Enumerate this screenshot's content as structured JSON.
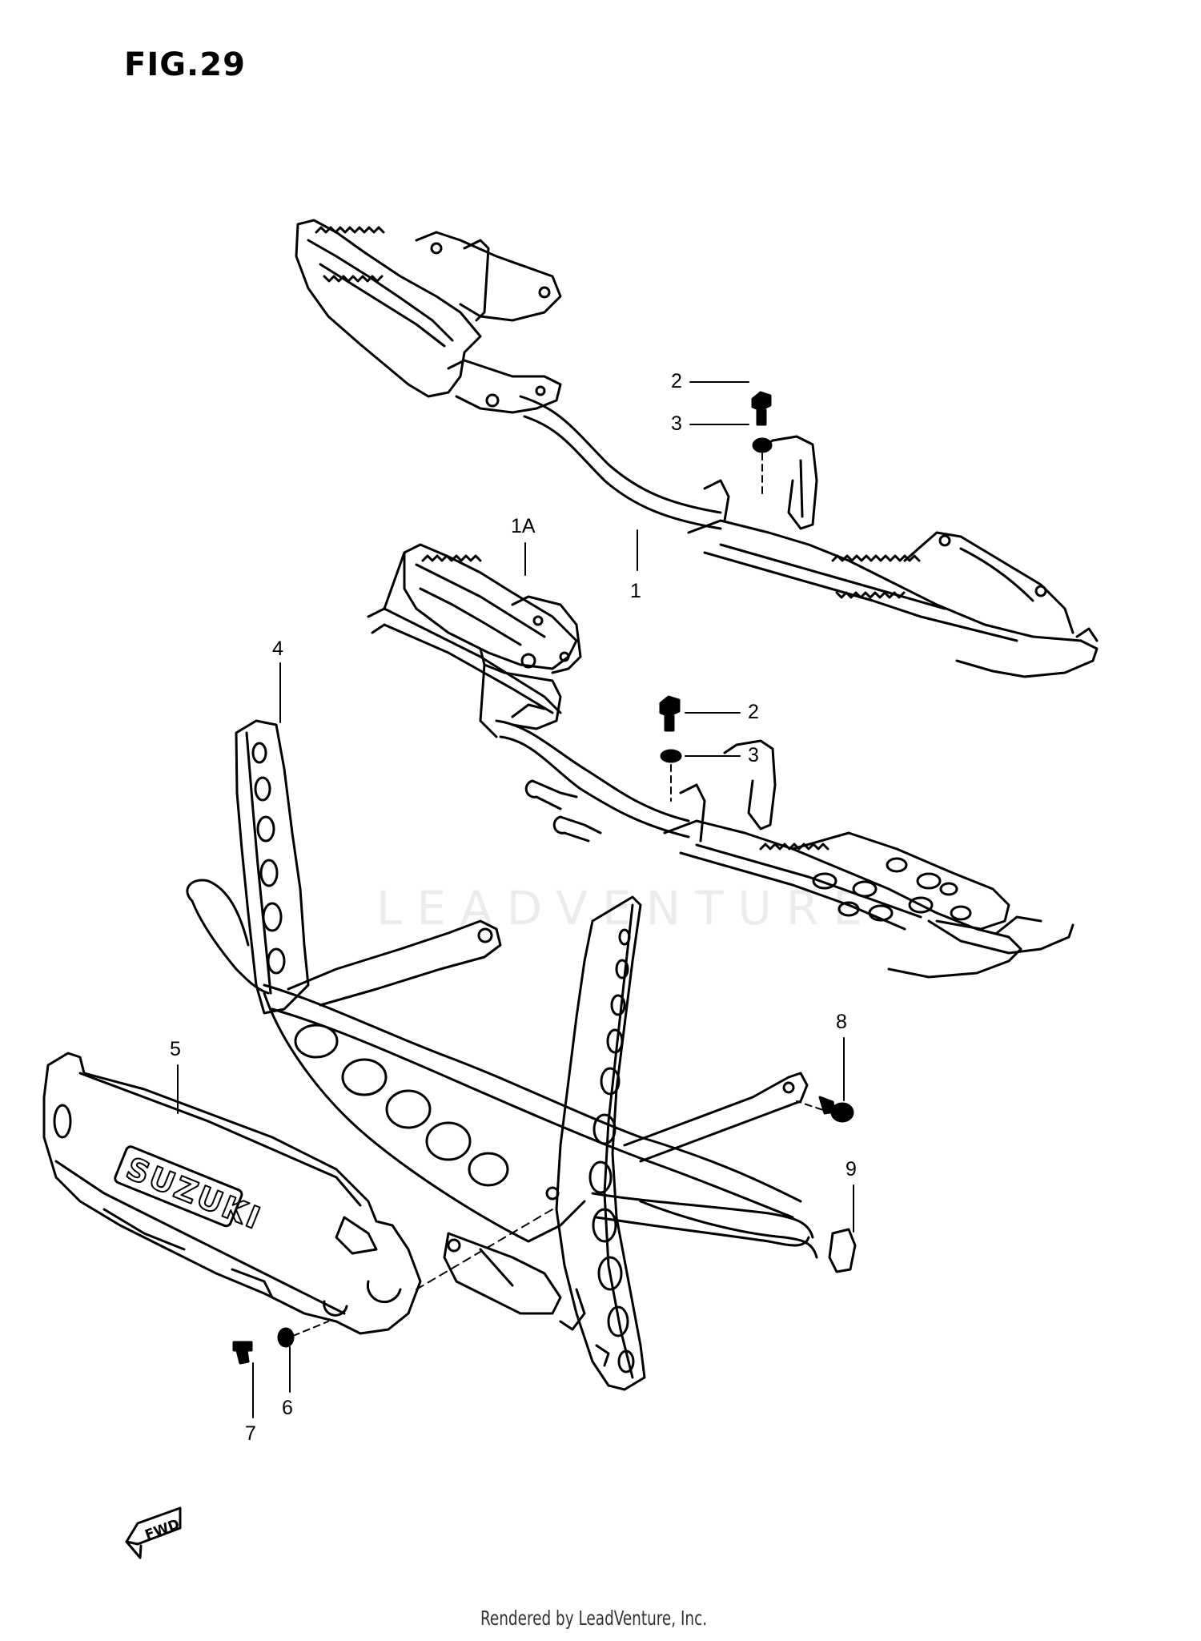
{
  "figure": {
    "title": "FIG.29",
    "watermark": "LEADVENTURE",
    "footer_credit": "Rendered by LeadVenture, Inc.",
    "fwd_label": "FWD"
  },
  "parts": [
    {
      "ref": "1",
      "name": "footrest-assembly-upper"
    },
    {
      "ref": "1A",
      "name": "footrest-assembly-lower"
    },
    {
      "ref": "2",
      "name": "bolt-upper"
    },
    {
      "ref": "3",
      "name": "washer-upper"
    },
    {
      "ref": "2",
      "name": "bolt-lower"
    },
    {
      "ref": "3",
      "name": "washer-lower"
    },
    {
      "ref": "4",
      "name": "frame-guard"
    },
    {
      "ref": "5",
      "name": "skid-plate"
    },
    {
      "ref": "6",
      "name": "washer-skid-plate"
    },
    {
      "ref": "7",
      "name": "bolt-skid-plate"
    },
    {
      "ref": "8",
      "name": "bolt-frame"
    },
    {
      "ref": "9",
      "name": "cap"
    }
  ],
  "colors": {
    "line": "#000000",
    "background": "#ffffff",
    "watermark": "#ececec"
  }
}
